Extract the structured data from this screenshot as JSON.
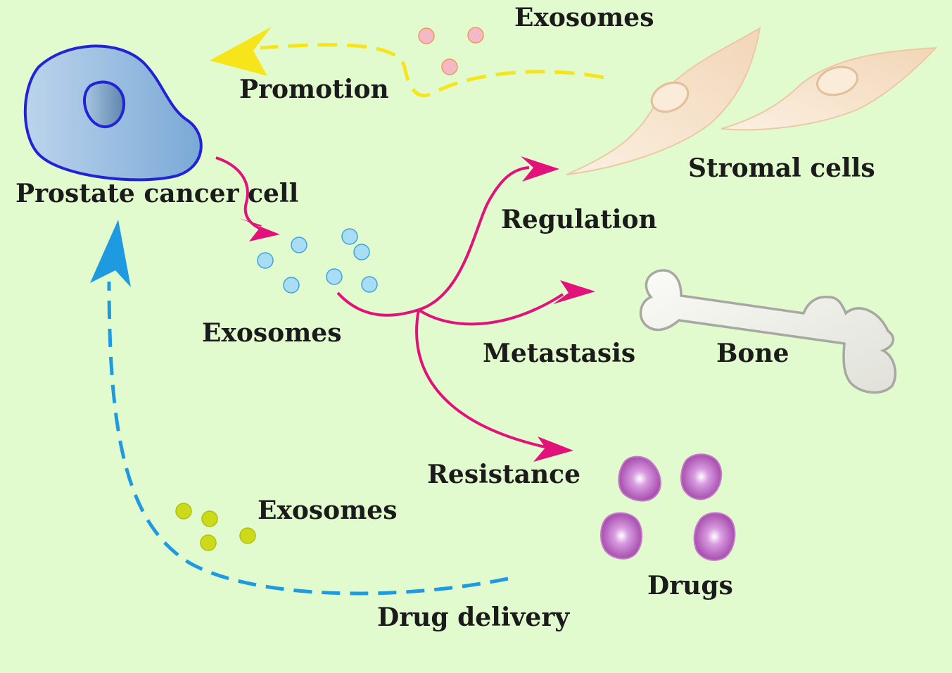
{
  "labels": {
    "exosomes_top": "Exosomes",
    "promotion": "Promotion",
    "stromal_cells": "Stromal cells",
    "prostate_cancer_cell": "Prostate cancer cell",
    "regulation": "Regulation",
    "exosomes_middle": "Exosomes",
    "metastasis": "Metastasis",
    "bone": "Bone",
    "resistance": "Resistance",
    "exosomes_bottom": "Exosomes",
    "drugs": "Drugs",
    "drug_delivery": "Drug delivery"
  },
  "colors": {
    "background": "#e1fbcf",
    "cancer_cell_fill": "#86b2d8",
    "cancer_cell_outline": "#2323d6",
    "stromal_fill": "#f7ddc2",
    "promotion_arrow": "#f7e51c",
    "secretion_arrows": "#e2127a",
    "delivery_arrow": "#1e9be0",
    "exosome_pink": "#f5b8c6",
    "exosome_blue": "#a9dcf5",
    "exosome_yellow": "#cdda19",
    "bone_fill": "#f1f1ec",
    "drug_fill": "#b24fb5"
  }
}
